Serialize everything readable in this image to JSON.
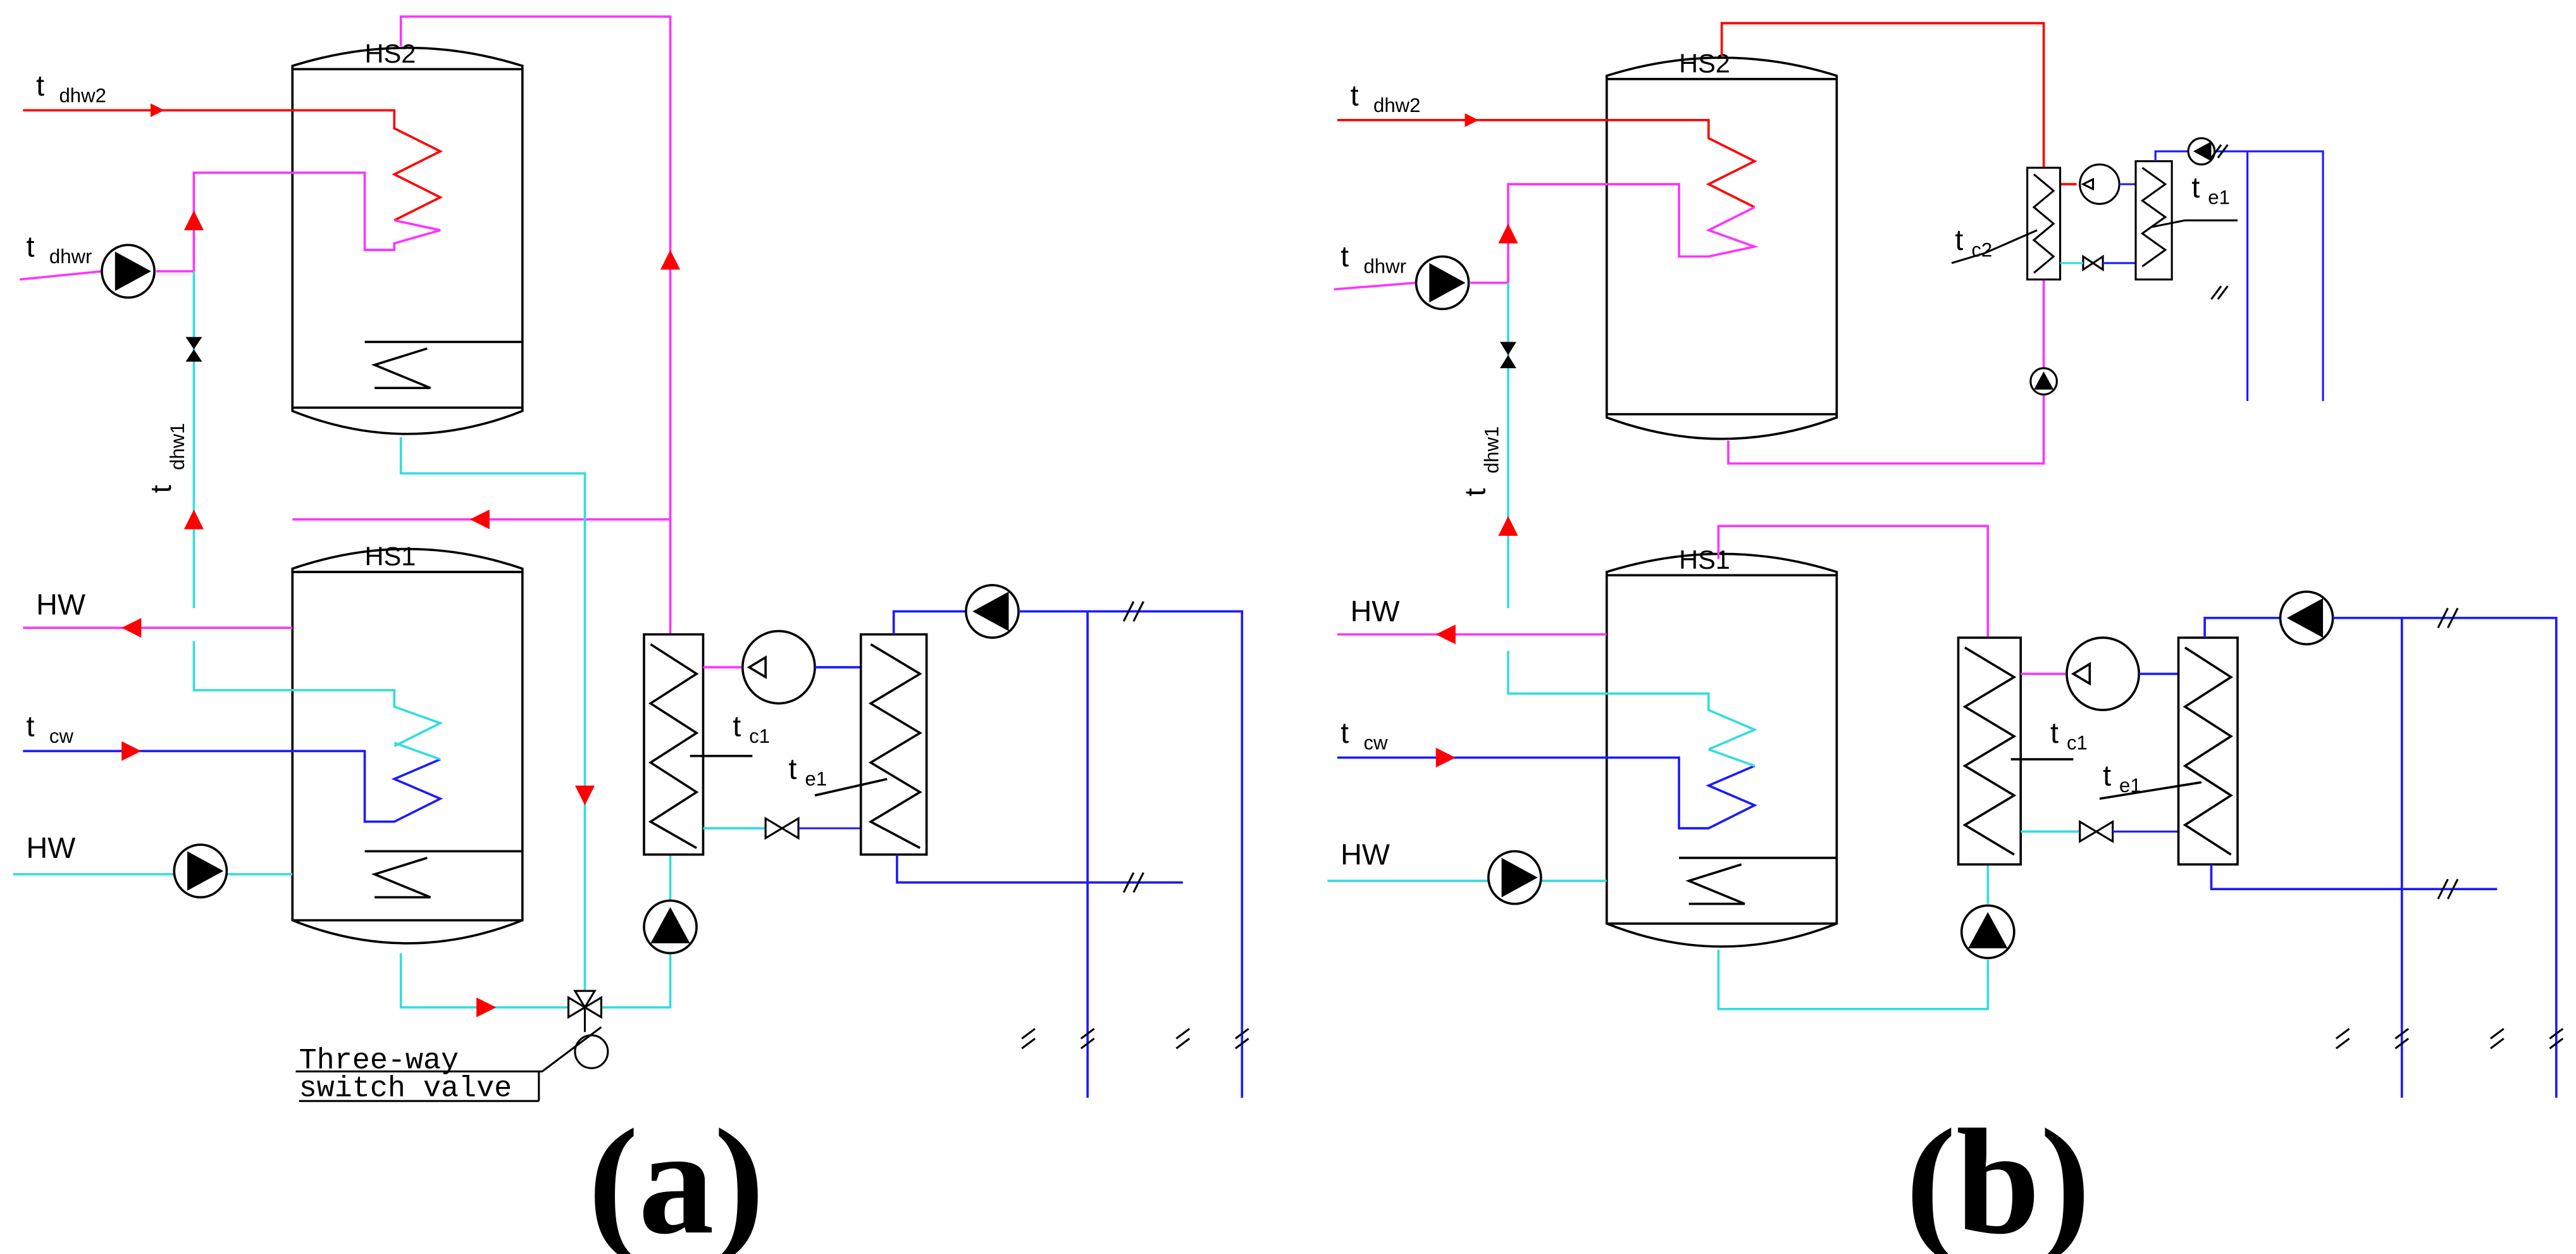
{
  "panel_a": {
    "caption": "(a)",
    "tank_upper": "HS2",
    "tank_lower": "HS1",
    "label_t": "t",
    "label_dhw2": "dhw2",
    "label_dhwr": "dhwr",
    "label_dhw1": "dhw1",
    "label_hw1": "HW",
    "label_cw": "cw",
    "label_hw2": "HW",
    "label_c1": "c1",
    "label_e1": "e1",
    "valve_line1": "Three-way",
    "valve_line2": "switch valve"
  },
  "panel_b": {
    "caption": "(b)",
    "tank_upper": "HS2",
    "tank_lower": "HS1",
    "label_t": "t",
    "label_dhw2": "dhw2",
    "label_dhwr": "dhwr",
    "label_dhw1": "dhw1",
    "label_hw1": "HW",
    "label_cw": "cw",
    "label_hw2": "HW",
    "label_c1": "c1",
    "label_e1": "e1",
    "label_c2": "c2",
    "label_e1_small": "e1"
  },
  "colors": {
    "magenta": "#ff33ff",
    "red": "#ff0000",
    "cyan": "#33dddd",
    "blue": "#1a1aff",
    "black": "#000000"
  }
}
